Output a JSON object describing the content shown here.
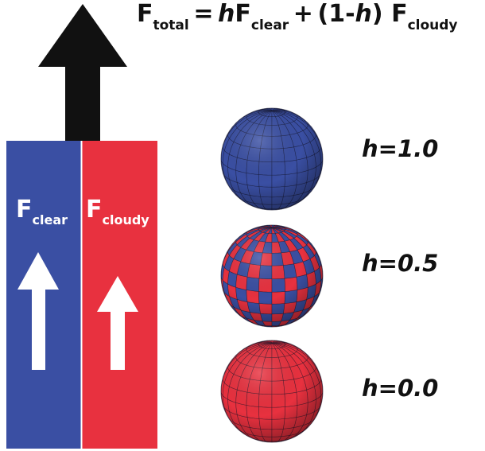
{
  "colors": {
    "clear": "#3a4fa3",
    "cloudy": "#e8313f",
    "arrow_total": "#111111",
    "arrow_inner": "#ffffff"
  },
  "equation": {
    "lhs_F": "F",
    "lhs_sub": "total",
    "equals": "=",
    "h1": "h",
    "F1": "F",
    "sub1": "clear",
    "plus": "+",
    "paren_open": "(1-",
    "h2": "h",
    "paren_close": ")",
    "F2": "F",
    "sub2": "cloudy"
  },
  "columns": {
    "clear": {
      "F": "F",
      "sub": "clear"
    },
    "cloudy": {
      "F": "F",
      "sub": "cloudy"
    }
  },
  "spheres": [
    {
      "label": "h=1.0",
      "pattern": "clear"
    },
    {
      "label": "h=0.5",
      "pattern": "checker"
    },
    {
      "label": "h=0.0",
      "pattern": "cloudy"
    }
  ]
}
